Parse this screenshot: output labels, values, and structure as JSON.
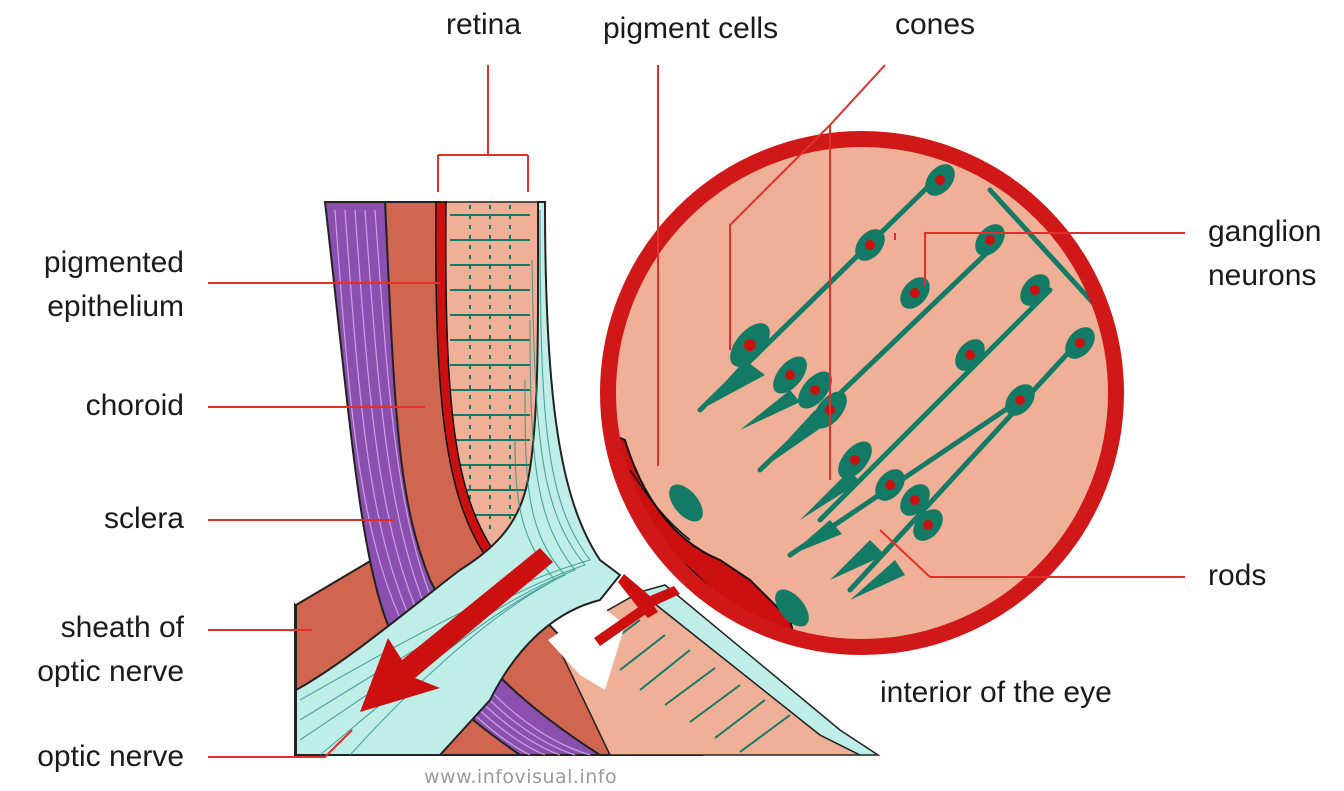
{
  "labels": {
    "retina": "retina",
    "pigment_cells": "pigment cells",
    "cones": "cones",
    "pigmented_epithelium_1": "pigmented",
    "pigmented_epithelium_2": "epithelium",
    "choroid": "choroid",
    "sclera": "sclera",
    "sheath_1": "sheath of",
    "sheath_2": "optic nerve",
    "optic_nerve": "optic nerve",
    "ganglion_1": "ganglion",
    "ganglion_2": "neurons",
    "rods": "rods",
    "interior": "interior of the eye"
  },
  "credit": "www.infovisual.info",
  "colors": {
    "leader": "#e0302c",
    "sclera": "#8b4fb0",
    "choroid": "#d06550",
    "retina": "#f0b097",
    "pigment": "#cc1010",
    "neuron": "#137a66",
    "nerve": "#bfeee8",
    "frame": "#d01818"
  }
}
